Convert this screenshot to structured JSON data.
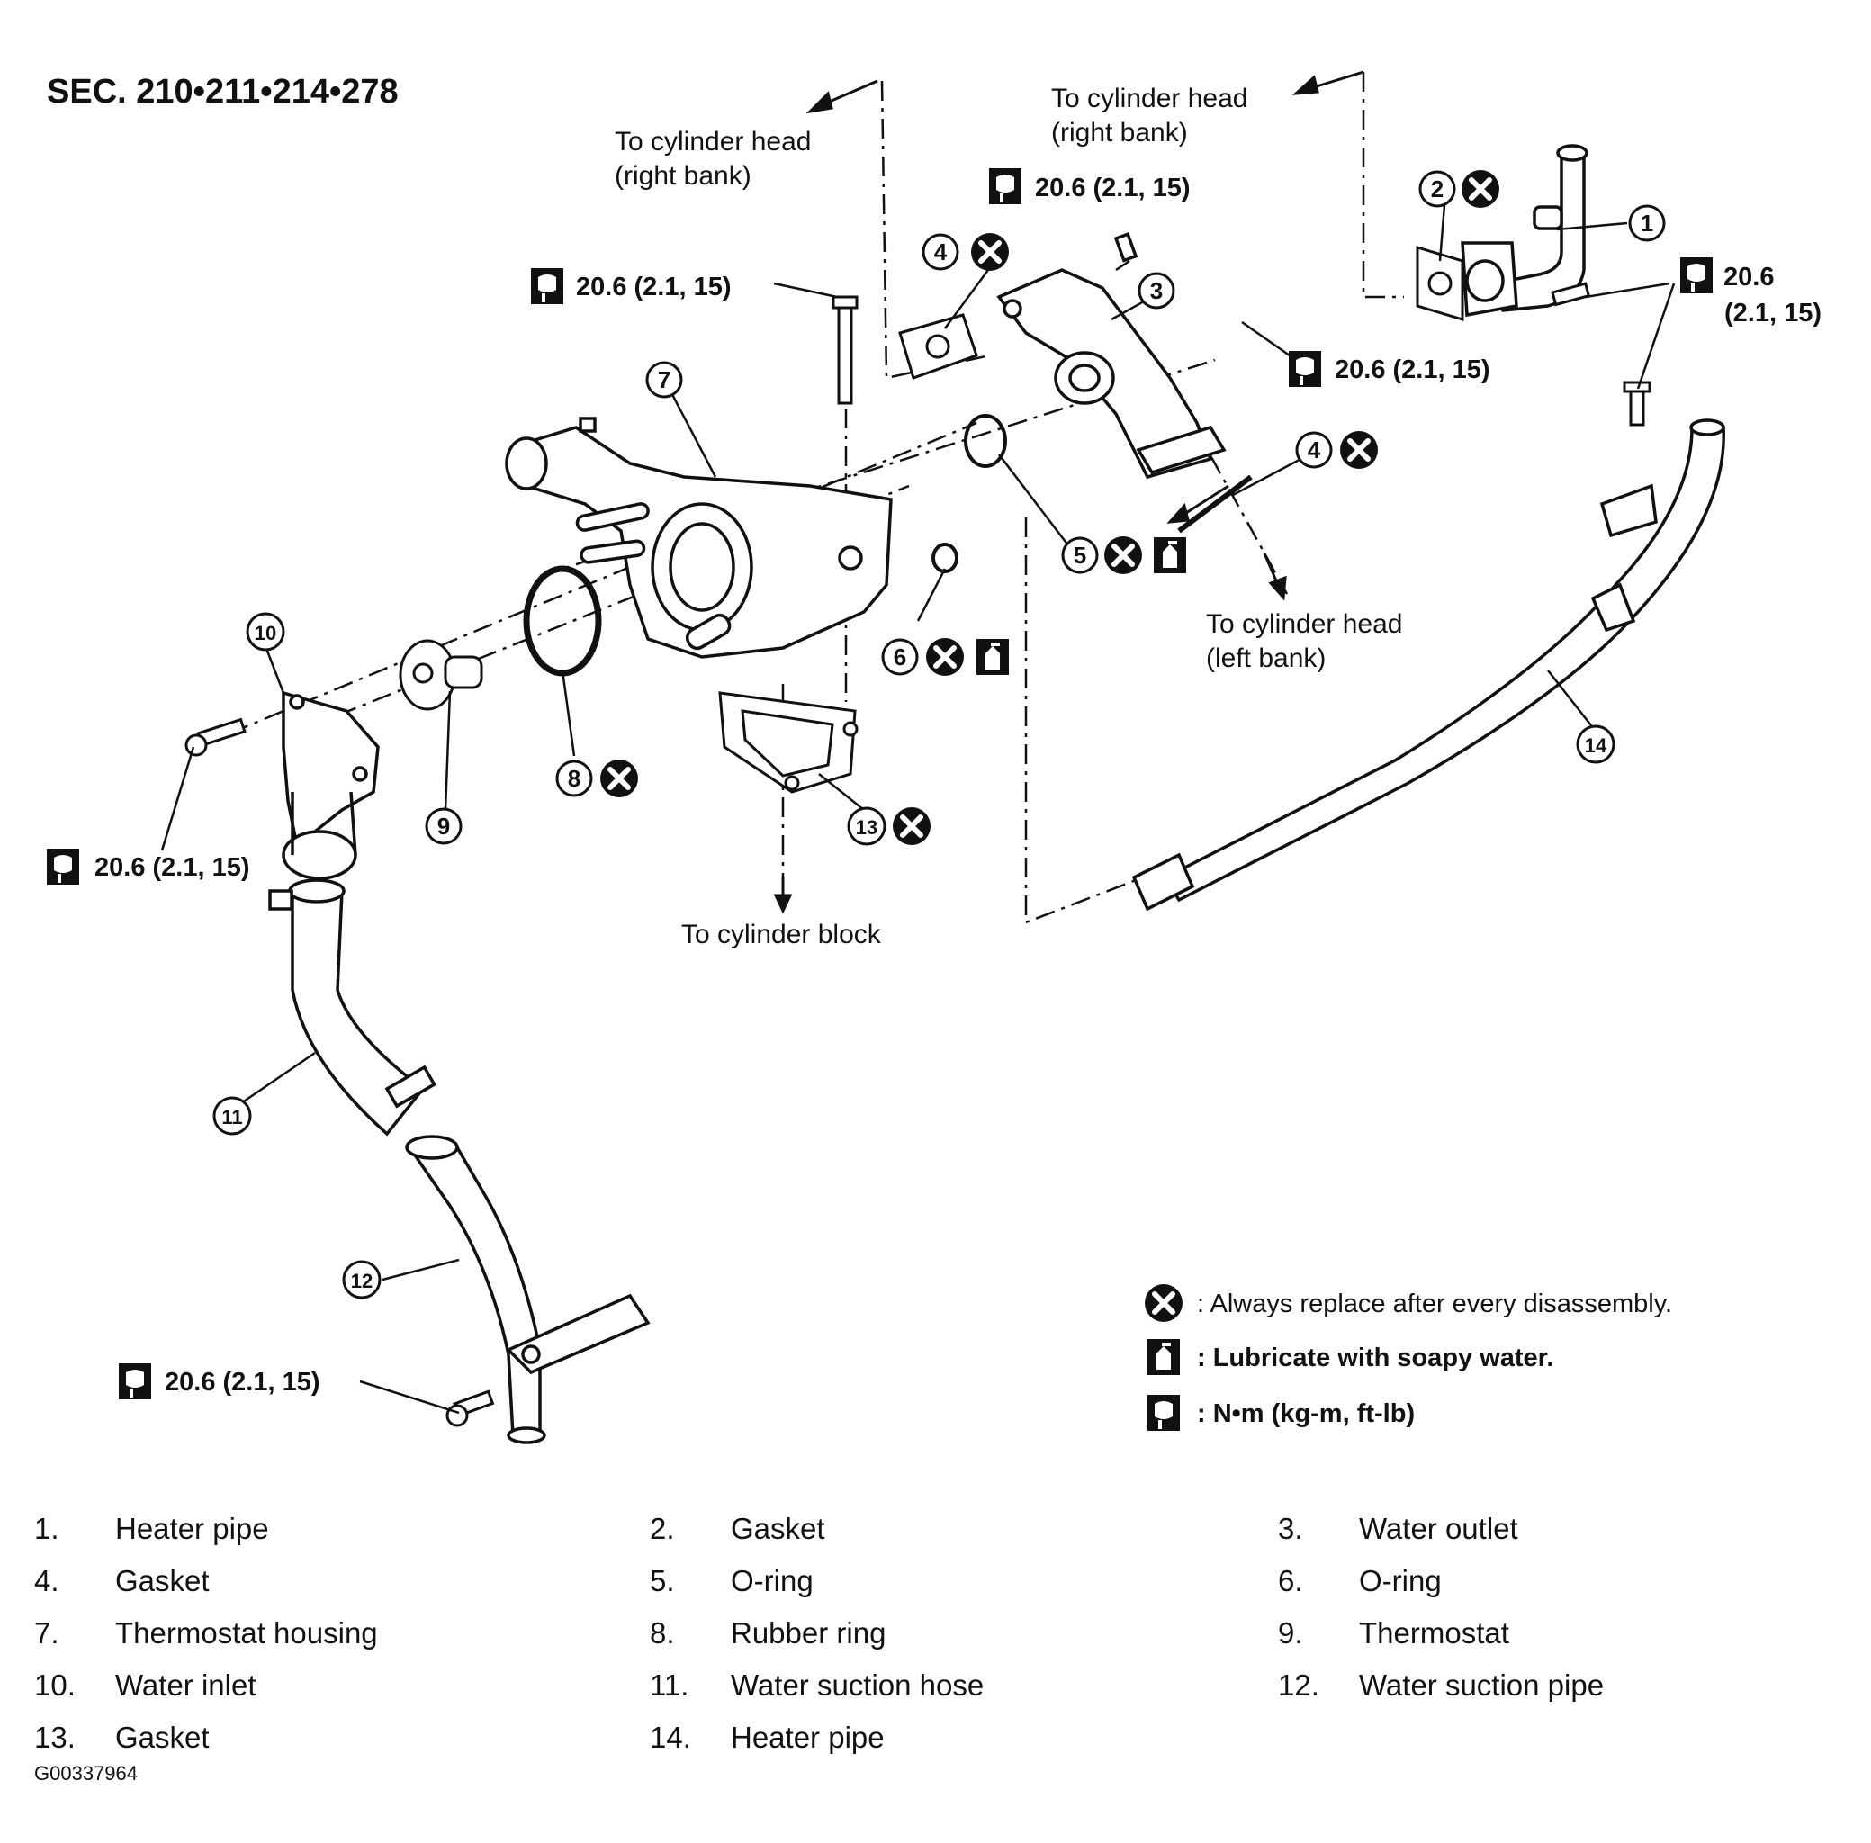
{
  "section_title": "SEC. 210•211•214•278",
  "destinations": {
    "head_right_1_l1": "To cylinder head",
    "head_right_1_l2": "(right bank)",
    "head_right_2_l1": "To cylinder head",
    "head_right_2_l2": "(right bank)",
    "head_left_l1": "To cylinder head",
    "head_left_l2": "(left bank)",
    "block": "To cylinder block"
  },
  "torques": {
    "t_top": "20.6 (2.1, 15)",
    "t_bolt7": "20.6 (2.1, 15)",
    "t_outlet": "20.6 (2.1, 15)",
    "t_right_l1": "20.6",
    "t_right_l2": "(2.1, 15)",
    "t_inlet": "20.6 (2.1, 15)",
    "t_pipe12": "20.6 (2.1, 15)"
  },
  "callouts": [
    "1",
    "2",
    "3",
    "4",
    "5",
    "6",
    "7",
    "8",
    "9",
    "10",
    "11",
    "12",
    "13",
    "4",
    "14"
  ],
  "legend": {
    "replace": ": Always replace after every disassembly.",
    "lubricate": ": Lubricate with soapy water.",
    "torque_unit": ": N•m (kg-m, ft-lb)"
  },
  "parts": [
    {
      "num": "1.",
      "name": "Heater pipe"
    },
    {
      "num": "2.",
      "name": "Gasket"
    },
    {
      "num": "3.",
      "name": "Water outlet"
    },
    {
      "num": "4.",
      "name": "Gasket"
    },
    {
      "num": "5.",
      "name": "O-ring"
    },
    {
      "num": "6.",
      "name": "O-ring"
    },
    {
      "num": "7.",
      "name": "Thermostat housing"
    },
    {
      "num": "8.",
      "name": "Rubber ring"
    },
    {
      "num": "9.",
      "name": "Thermostat"
    },
    {
      "num": "10.",
      "name": "Water inlet"
    },
    {
      "num": "11.",
      "name": "Water suction hose"
    },
    {
      "num": "12.",
      "name": "Water suction pipe"
    },
    {
      "num": "13.",
      "name": "Gasket"
    },
    {
      "num": "14.",
      "name": "Heater pipe"
    }
  ],
  "figure_id": "G00337964"
}
